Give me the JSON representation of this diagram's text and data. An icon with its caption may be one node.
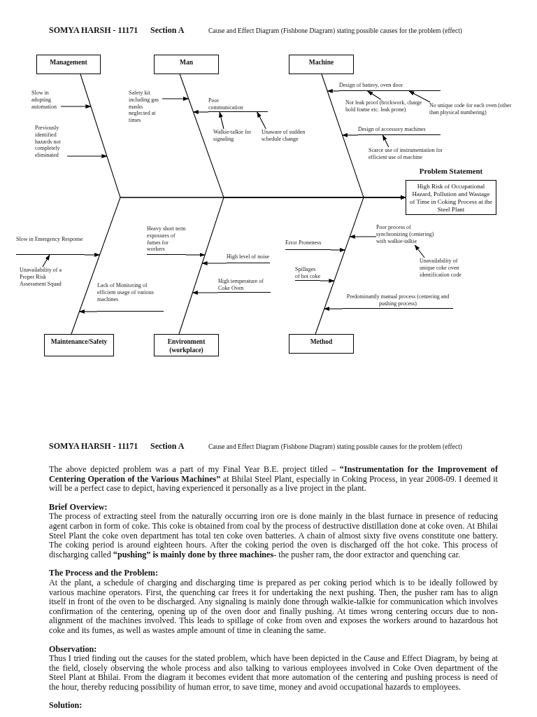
{
  "diagram": {
    "nodes": [
      {
        "text": [
          "Management"
        ]
      },
      {
        "text": [
          "Man"
        ]
      },
      {
        "text": [
          "Machine"
        ]
      },
      {
        "text": [
          "Problem Statement",
          "High Risk of Occupational Hazard, Pollution and Wastage of Time in Coking Process at the Steel Plant"
        ]
      },
      {
        "text": [
          "Maintenance/Safety"
        ]
      },
      {
        "text": [
          "Environment (workplace)"
        ]
      },
      {
        "text": [
          "Method"
        ]
      },
      {
        "text": [
          "Slow in adopting automation"
        ]
      },
      {
        "text": [
          "Previously identified hazards not completely eliminated"
        ]
      },
      {
        "text": [
          "Safety kit including gas masks neglected at times"
        ]
      },
      {
        "text": [
          "Poor communication"
        ]
      },
      {
        "text": [
          "Walkie-talkie for signaling"
        ]
      },
      {
        "text": [
          "Unaware of sudden schedule change"
        ]
      },
      {
        "text": [
          "Design of battery, oven door"
        ]
      },
      {
        "text": [
          "Not leak proof (brickwork, charge hold frame etc. leak prone)"
        ]
      },
      {
        "text": [
          "No unique code for each oven (other than physical numbering)"
        ]
      },
      {
        "text": [
          "Design of accessory machines"
        ]
      },
      {
        "text": [
          "Scarce use of instrumentation for efficient use of machine"
        ]
      },
      {
        "text": [
          "Slow in Emergency Response"
        ]
      },
      {
        "text": [
          "Unavailability of a Proper Risk Assessment Squad"
        ]
      },
      {
        "text": [
          "Lack of Monitoring of efficient usage of various machines"
        ]
      },
      {
        "text": [
          "Heavy short term exposures of fumes for workers"
        ]
      },
      {
        "text": [
          "High level of noise"
        ]
      },
      {
        "text": [
          "High temperature of Coke Oven"
        ]
      },
      {
        "text": [
          "Poor process of synchronizing (centering) with walkie-talkie"
        ]
      },
      {
        "text": [
          "Unavailability of unique coke oven identification code"
        ]
      },
      {
        "text": [
          "Error Proneness"
        ]
      },
      {
        "text": [
          "Spillages of hot coke"
        ]
      },
      {
        "text": [
          "Predominantly manual process (centering and pushing process)"
        ]
      }
    ],
    "edges": [
      {
        "from": 0,
        "to": 3,
        "arrow": "to"
      },
      {
        "from": 1,
        "to": 3,
        "arrow": "to"
      },
      {
        "from": 2,
        "to": 3,
        "arrow": "to"
      },
      {
        "from": 4,
        "to": 3,
        "arrow": "to"
      },
      {
        "from": 5,
        "to": 3,
        "arrow": "to"
      },
      {
        "from": 6,
        "to": 3,
        "arrow": "to"
      },
      {
        "from": 7,
        "to": null,
        "arrow": "to"
      },
      {
        "from": 8,
        "to": null,
        "arrow": "to"
      },
      {
        "from": 9,
        "to": null,
        "arrow": "to"
      },
      {
        "from": 10,
        "to": null,
        "arrow": "to"
      },
      {
        "from": 11,
        "to": 10,
        "arrow": "to"
      },
      {
        "from": 12,
        "to": 10,
        "arrow": "to"
      },
      {
        "from": 13,
        "to": null,
        "arrow": "to"
      },
      {
        "from": 14,
        "to": 13,
        "arrow": "to"
      },
      {
        "from": 15,
        "to": 13,
        "arrow": "to"
      },
      {
        "from": 16,
        "to": null,
        "arrow": "to"
      },
      {
        "from": 17,
        "to": 16,
        "arrow": "to"
      },
      {
        "from": 18,
        "to": null,
        "arrow": "to"
      },
      {
        "from": 19,
        "to": 18,
        "arrow": "to"
      },
      {
        "from": 20,
        "to": null,
        "arrow": "to"
      },
      {
        "from": 21,
        "to": null,
        "arrow": "to"
      },
      {
        "from": 22,
        "to": null,
        "arrow": "to"
      },
      {
        "from": 23,
        "to": null,
        "arrow": "to"
      },
      {
        "from": 24,
        "to": null,
        "arrow": "to"
      },
      {
        "from": 25,
        "to": 24,
        "arrow": "to"
      },
      {
        "from": 26,
        "to": null,
        "arrow": "to"
      },
      {
        "from": 27,
        "to": null,
        "arrow": "to"
      },
      {
        "from": 28,
        "to": null,
        "arrow": "to"
      }
    ],
    "labels": [
      "SOMYA HARSH - 11171",
      "Section A",
      "Cause and Effect Diagram (Fishbone Diagram) stating possible causes for the problem (effect)",
      "SOMYA HARSH - 11171",
      "Section A",
      "Cause and Effect Diagram (Fishbone Diagram) stating possible causes for the problem (effect)",
      "The above depicted problem was a part of my Final Year B.E. project titled – **“Instrumentation for the Improvement of Centering Operation of the Various Machines”** at Bhilai Steel Plant, especially in Coking Process, in year 2008-09. I deemed it will be a perfect case to depict, having experienced it personally as a live project in the plant.",
      "Brief Overview:",
      "The process of extracting steel from the naturally occurring iron ore is done mainly in the blast furnace in presence of reducing agent carbon in form of coke. This coke is obtained from coal by the process of destructive distillation done at coke oven. At Bhilai Steel Plant the coke oven department has total ten coke oven batteries. A chain of almost sixty five ovens constitute one battery. The coking period is around eighteen hours. After the coking period the oven is discharged off the hot coke. This process of discharging called **“pushing” is mainly done by three machines**- the pusher ram, the door extractor and quenching car.",
      "The Process and the Problem:",
      "At the plant, a schedule of charging and discharging time is prepared as per coking period which is to be ideally followed by various machine operators. First, the quenching car frees it for undertaking the next pushing. Then, the pusher ram has to align itself in front of the oven to be discharged. Any signaling is mainly done through walkie-talkie for communication which involves confirmation of the centering, opening up of the oven door and finally pushing. At times wrong centering occurs due to non-alignment of the machines involved. This leads to spillage of coke from oven and exposes the workers around to hazardous hot coke and its fumes, as well as wastes ample amount of time in cleaning the same.",
      "Observation:",
      "Thus I tried finding out the causes for the stated problem, which have been depicted in the Cause and Effect Diagram, by being at the field, closely observing the whole process and also talking to various employees involved in Coke Oven department of the Steel Plant at Bhilai. From the diagram it becomes evident that more automation of the centering and pushing process is need of the hour, thereby reducing possibility of human error, to save time, money and avoid occupational hazards to employees.",
      "Solution:"
    ]
  }
}
